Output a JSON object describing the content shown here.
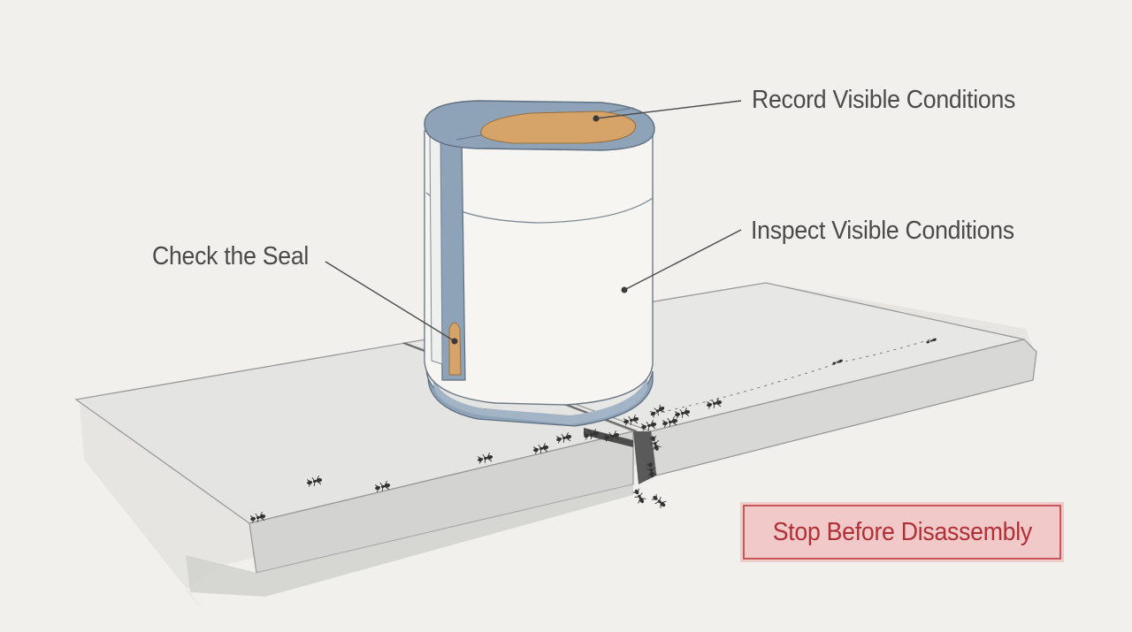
{
  "callouts": {
    "record": "Record Visible Conditions",
    "inspect": "Inspect Visible Conditions",
    "seal": "Check the Seal"
  },
  "warning": {
    "text": "Stop Before Disassembly"
  },
  "colors": {
    "background": "#f1f0ec",
    "container_trim": "#8fa3b8",
    "container_body": "#f6f5f1",
    "lid_pad": "#d6a468",
    "slab": "#e6e6e4",
    "slab_shadow": "#d4d4d2",
    "warning_fill": "#f2c9c9",
    "warning_border": "#c8565a",
    "warning_text": "#b03036",
    "ant": "#3a3a3a"
  },
  "icons": {
    "container": "storage-canister-icon",
    "ants": "ant-icon"
  }
}
